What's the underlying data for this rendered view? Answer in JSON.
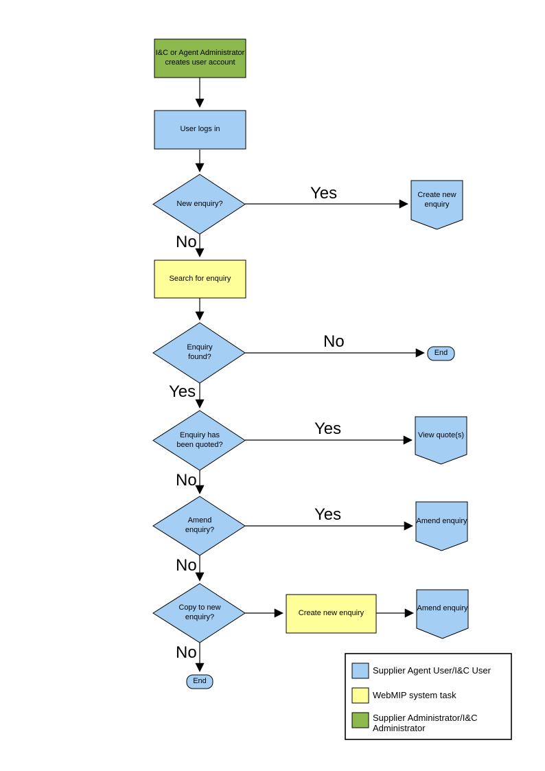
{
  "colors": {
    "actor_blue": "#A5CEF5",
    "system_yellow": "#FFFF99",
    "admin_green": "#8DB84E",
    "outline": "#000000",
    "background": "#FFFFFF"
  },
  "nodes": {
    "create_account": {
      "label": "I&C or Agent Administrator\ncreates user account"
    },
    "user_logs_in": {
      "label": "User logs in"
    },
    "new_enquiry_q": {
      "label": "New enquiry?"
    },
    "create_new_enquiry_top": {
      "label": "Create new\nenquiry"
    },
    "search_for_enquiry": {
      "label": "Search for enquiry"
    },
    "enquiry_found_q": {
      "label": "Enquiry\nfound?"
    },
    "end_right": {
      "label": "End"
    },
    "enquiry_quoted_q": {
      "label": "Enquiry has\nbeen quoted?"
    },
    "view_quotes": {
      "label": "View quote(s)"
    },
    "amend_enquiry_q": {
      "label": "Amend\nenquiry?"
    },
    "amend_enquiry_1": {
      "label": "Amend enquiry"
    },
    "copy_to_new_q": {
      "label": "Copy to new\nenquiry?"
    },
    "create_new_enquiry_mid": {
      "label": "Create new enquiry"
    },
    "amend_enquiry_2": {
      "label": "Amend enquiry"
    },
    "end_bottom": {
      "label": "End"
    }
  },
  "edge_labels": {
    "new_enquiry_yes": "Yes",
    "new_enquiry_no": "No",
    "enquiry_found_no": "No",
    "enquiry_found_yes": "Yes",
    "quoted_yes": "Yes",
    "quoted_no": "No",
    "amend_yes": "Yes",
    "amend_no": "No",
    "copy_no": "No"
  },
  "legend": {
    "items": [
      {
        "swatch_color": "#A5CEF5",
        "label": "Supplier Agent User/I&C User"
      },
      {
        "swatch_color": "#FFFF99",
        "label": "WebMIP system task"
      },
      {
        "swatch_color": "#8DB84E",
        "label": "Supplier Administrator/I&C Administrator"
      }
    ]
  }
}
